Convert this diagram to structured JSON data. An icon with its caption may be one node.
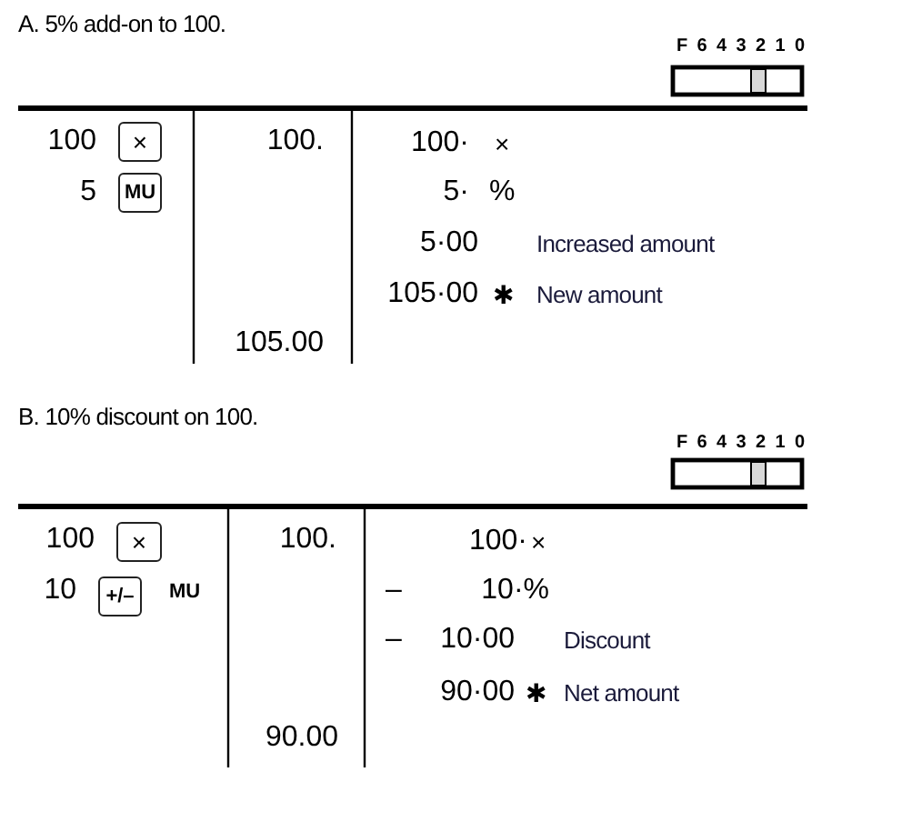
{
  "diagram": {
    "nodes": [
      {
        "text": [
          "×"
        ]
      },
      {
        "text": [
          "MU"
        ]
      },
      {
        "text": [
          "×"
        ]
      },
      {
        "text": [
          "+/–"
        ]
      }
    ],
    "labels": [
      "A. 5% add-on to 100.",
      "F 6 4 3 2 1 0",
      "100",
      "100.",
      "100·",
      "×",
      "5",
      "5·",
      "%",
      "5·00",
      "Increased amount",
      "105·00",
      "✱",
      "New amount",
      "105.00",
      "B. 10% discount on 100.",
      "F 6 4 3 2 1 0",
      "100",
      "100.",
      "100·",
      "×",
      "10",
      "MU",
      "–",
      "10·%",
      "–",
      "10·00",
      "Discount",
      "90·00",
      "✱",
      "Net amount",
      "90.00"
    ]
  }
}
